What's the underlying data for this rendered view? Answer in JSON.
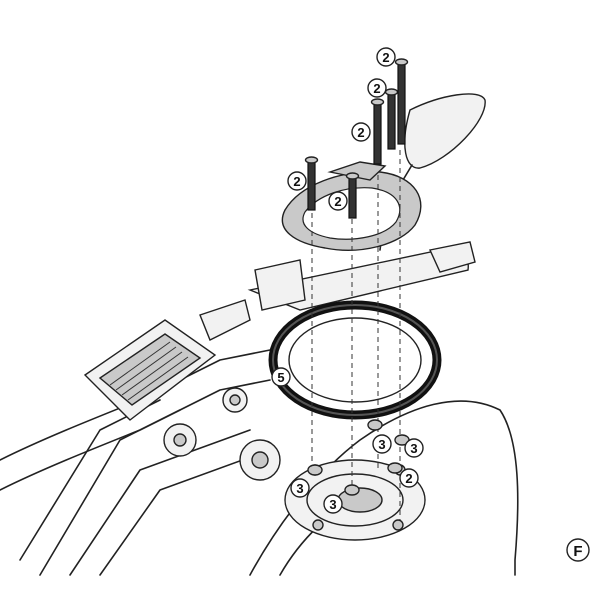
{
  "figure_label": "F",
  "callouts": {
    "screw_a": "2",
    "screw_b": "2",
    "screw_c": "2",
    "screw_d": "2",
    "screw_e": "2",
    "screw_f": "2",
    "ring": "5",
    "spacer_a": "3",
    "spacer_b": "3",
    "spacer_c": "3",
    "spacer_d": "3"
  }
}
